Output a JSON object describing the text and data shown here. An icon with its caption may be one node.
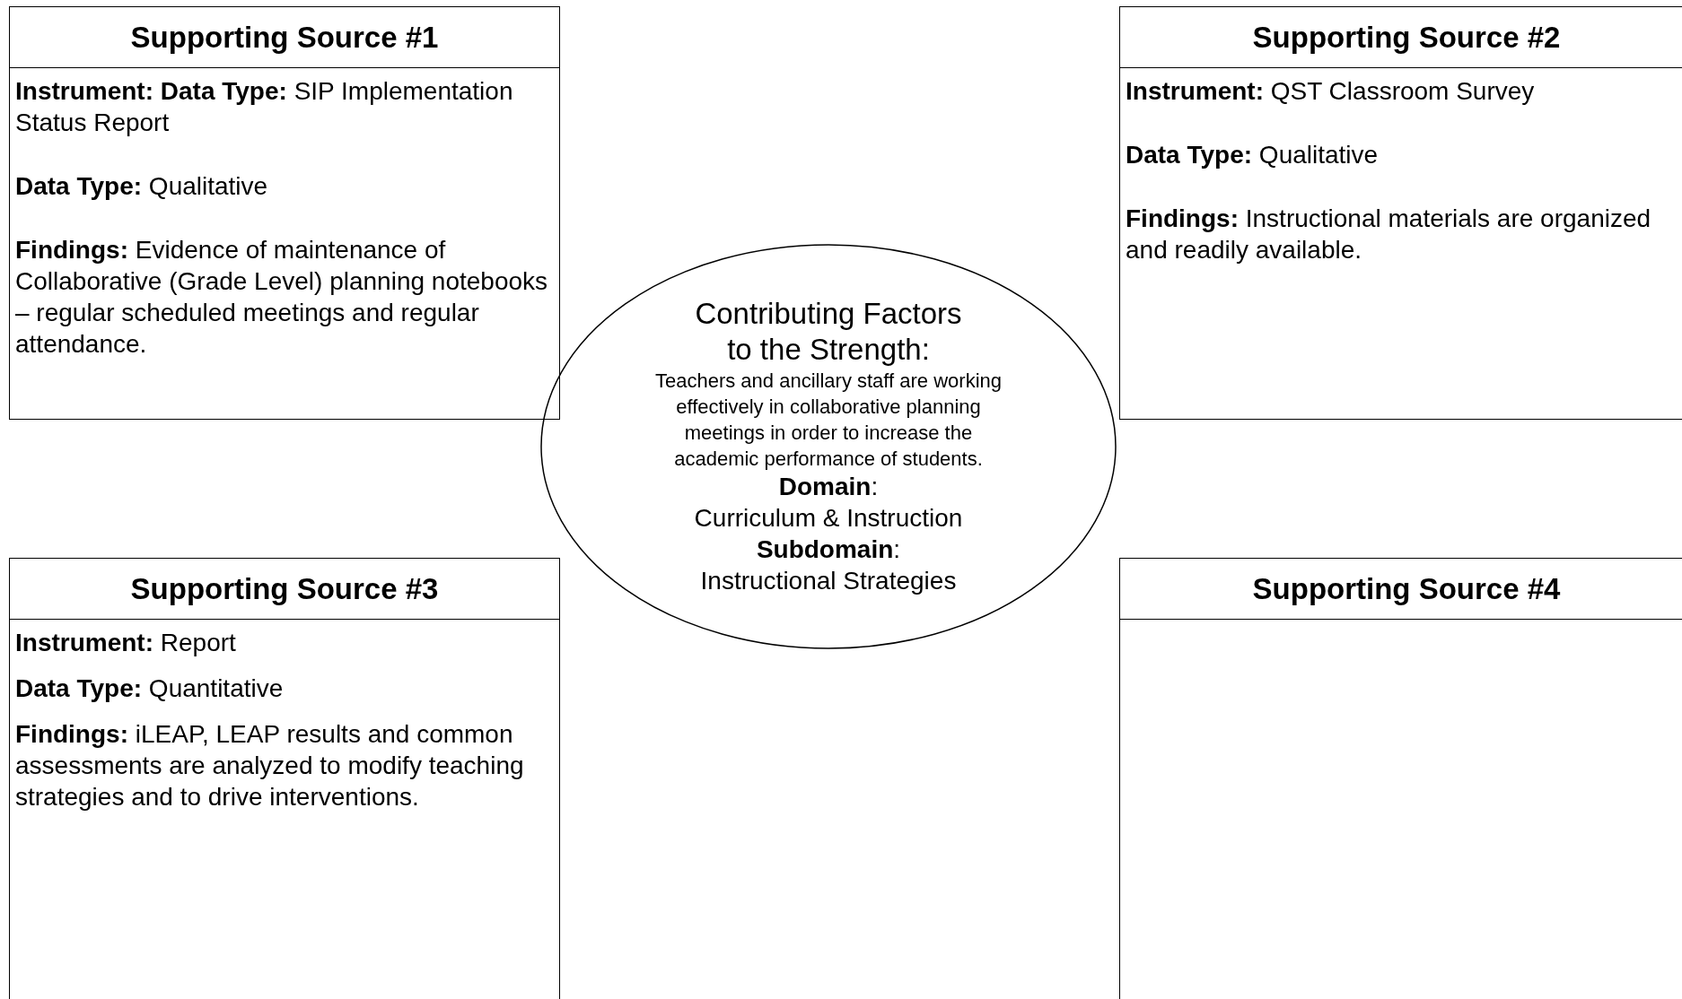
{
  "diagram": {
    "nodes": [
      {
        "text": [
          "Supporting Source #1",
          "**Instrument:**  **Data Type:**  SIP Implementation Status Report",
          "**Data Type:**  Qualitative",
          "**Findings:**  Evidence of maintenance of Collaborative (Grade Level) planning notebooks – regular scheduled meetings and regular attendance."
        ]
      },
      {
        "text": [
          "Supporting Source #2",
          "**Instrument:** QST Classroom Survey",
          "**Data Type:**  Qualitative",
          "**Findings:**  Instructional materials are organized and readily available."
        ]
      },
      {
        "text": [
          "Contributing Factors to the Strength:",
          "Teachers and ancillary staff are working effectively in collaborative planning meetings in order to increase the academic performance of students.",
          "**Domain**:",
          "Curriculum & Instruction",
          "**Subdomain**:",
          "Instructional Strategies"
        ]
      },
      {
        "text": [
          "Supporting Source #3",
          "**Instrument:**  Report",
          "**Data Type:**  Quantitative",
          "**Findings:**  iLEAP, LEAP results and common assessments are analyzed to modify teaching strategies and to drive interventions."
        ]
      },
      {
        "text": [
          "Supporting Source #4"
        ]
      }
    ]
  }
}
